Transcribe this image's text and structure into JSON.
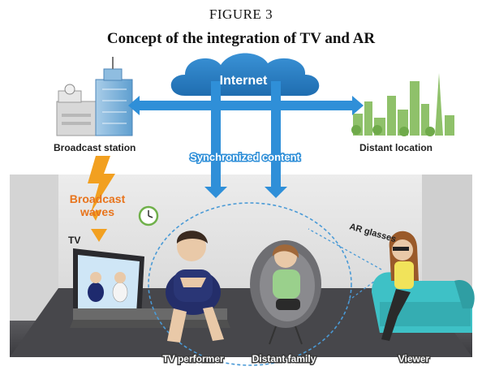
{
  "figure": {
    "label": "FIGURE 3",
    "title": "Concept of the integration of TV and AR"
  },
  "diagram": {
    "cloud_label": "Internet",
    "sync_label": "Synchronized content",
    "broadcast_station": "Broadcast station",
    "distant_location": "Distant location",
    "broadcast_waves_line1": "Broadcast",
    "broadcast_waves_line2": "waves",
    "tv": "TV",
    "ar_glasses": "AR glasses",
    "tv_performer": "TV performer",
    "distant_family": "Distant family",
    "viewer": "Viewer"
  },
  "colors": {
    "cloud": "#2b7fc6",
    "arrow_blue": "#2f8fd8",
    "lightning": "#f2a020",
    "broadcast_text": "#e8741c",
    "floor": "#4a4a4e",
    "wall": "#e2e2e2",
    "sofa": "#3ec1c6",
    "city": "#8fc16a"
  }
}
